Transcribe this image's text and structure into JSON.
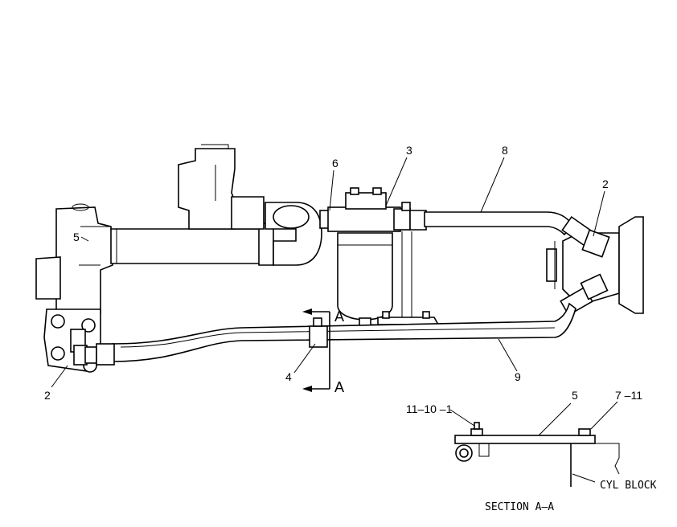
{
  "callouts": {
    "c3": "3",
    "c8": "8",
    "c6": "6",
    "c2_right": "2",
    "c5_left": "5",
    "c2_left": "2",
    "c4": "4",
    "c9": "9",
    "c5_section": "5",
    "c11_10_1": "11–10 –1",
    "c7_11": "7 –11"
  },
  "section_marks": {
    "top": "A",
    "bottom": "A"
  },
  "section": {
    "cyl_block": "CYL BLOCK",
    "title": "SECTION A–A"
  }
}
